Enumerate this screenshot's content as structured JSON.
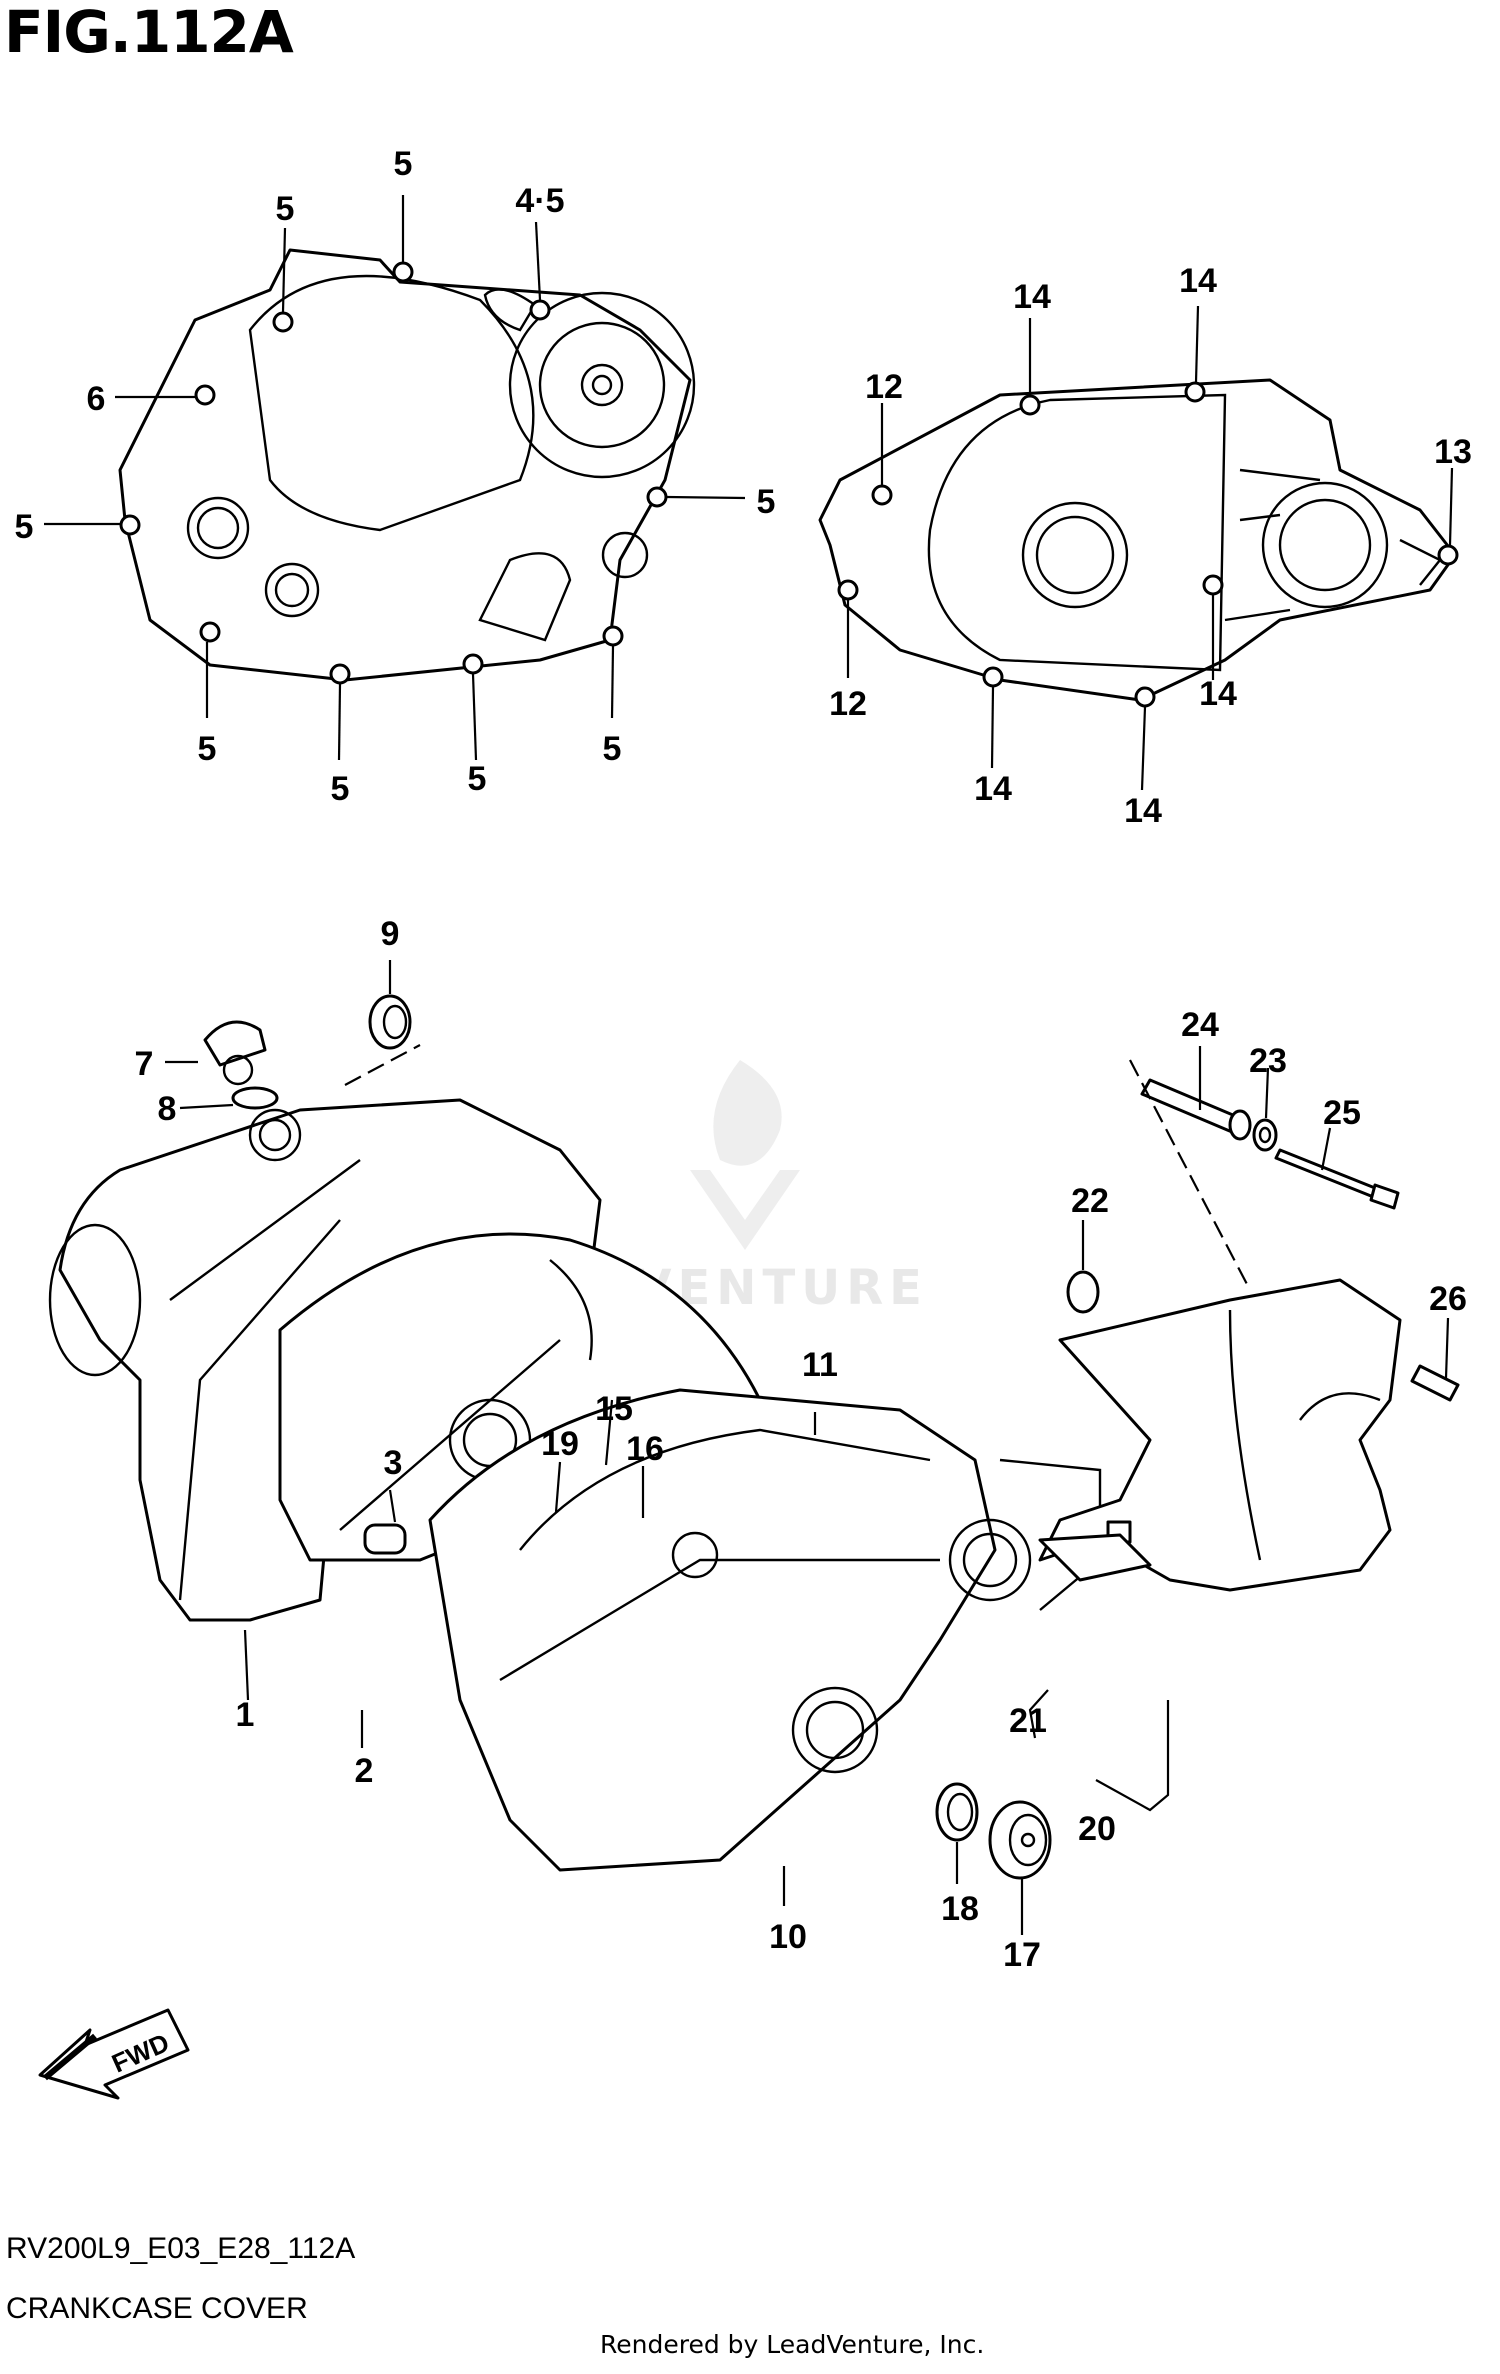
{
  "figure_title": "FIG.112A",
  "callouts": {
    "a1": "5",
    "a2": "5",
    "a3": "4·5",
    "a4": "6",
    "a5": "5",
    "a6": "5",
    "a7": "5",
    "a8": "5",
    "a9": "5",
    "a10": "5",
    "b1": "12",
    "b2": "14",
    "b3": "14",
    "b4": "13",
    "b5": "12",
    "b6": "14",
    "b7": "14",
    "b8": "14",
    "c9": "9",
    "c7": "7",
    "c8": "8",
    "c24": "24",
    "c23": "23",
    "c25": "25",
    "c22": "22",
    "c26": "26",
    "c11": "11",
    "c15": "15",
    "c3": "3",
    "c19": "19",
    "c16": "16",
    "c1": "1",
    "c2": "2",
    "c21": "21",
    "c20": "20",
    "c10": "10",
    "c18": "18",
    "c17": "17"
  },
  "fwd_label": "FWD",
  "watermark_text": "LEADVENTURE",
  "footer": {
    "code": "RV200L9_E03_E28_112A",
    "name": "CRANKCASE COVER",
    "credit": "Rendered by LeadVenture, Inc."
  },
  "icons": [
    "fwd-arrow-icon",
    "leadventure-flame-logo"
  ]
}
